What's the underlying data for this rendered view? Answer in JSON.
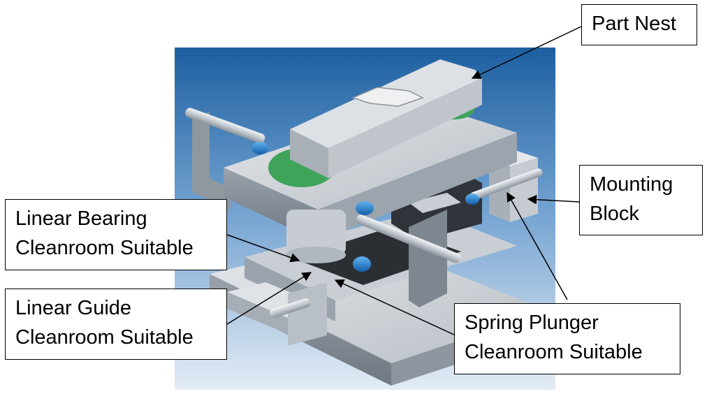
{
  "colors": {
    "background_top": "#1d5fa0",
    "background_bottom": "#e4ecf5",
    "metal_light": "#d3d7dc",
    "metal_mid": "#aeb5bd",
    "metal_dark": "#7e868f",
    "accent_green": "#3fa35a",
    "accent_blue": "#1f80d0",
    "dark_part": "#2b2e33"
  },
  "callouts": {
    "part_nest": {
      "lines": [
        "Part Nest"
      ]
    },
    "mounting_block": {
      "lines": [
        "Mounting",
        "Block"
      ]
    },
    "linear_bearing": {
      "lines": [
        "Linear Bearing",
        "Cleanroom Suitable"
      ]
    },
    "linear_guide": {
      "lines": [
        "Linear Guide",
        "Cleanroom Suitable"
      ]
    },
    "spring_plunger": {
      "lines": [
        "Spring Plunger",
        "Cleanroom Suitable"
      ]
    }
  }
}
